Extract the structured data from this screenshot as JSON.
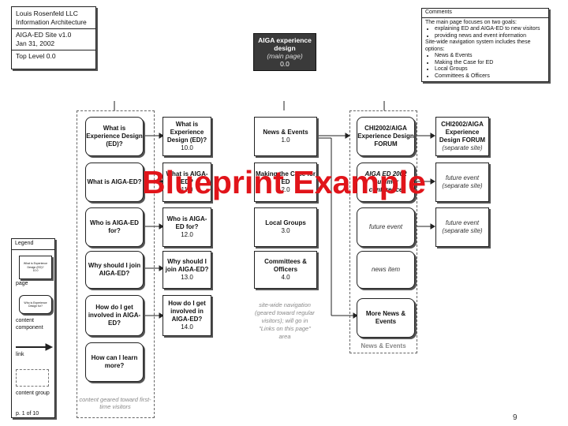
{
  "header": {
    "company": "Louis Rosenfeld LLC",
    "dept": "Information Architecture",
    "site": "AIGA-ED Site v1.0",
    "date": "Jan 31, 2002",
    "level": "Top Level 0.0"
  },
  "main_page": {
    "title": "AIGA experience design",
    "sub": "(main page)",
    "num": "0.0"
  },
  "comments": {
    "heading": "Comments",
    "intro": "The main page focuses on two goals:",
    "goals": [
      "explaining ED and AIGA-ED to new visitors",
      "providing news and event information"
    ],
    "nav_intro": "Site-wide navigation system includes these options:",
    "nav_items": [
      "News & Events",
      "Making the Case for ED",
      "Local Groups",
      "Committees & Officers"
    ]
  },
  "overlay_title": "Blueprint Example",
  "col1": [
    "What is Experience Design (ED)?",
    "What is AIGA-ED?",
    "Who is AIGA-ED for?",
    "Why should I join AIGA-ED?",
    "How do I get involved in AIGA-ED?",
    "How can I learn more?"
  ],
  "col1_caption": "content geared toward first-time visitors",
  "col2": [
    {
      "title": "What is Experience Design (ED)?",
      "num": "10.0"
    },
    {
      "title": "What is AIGA-ED?",
      "num": "11.0"
    },
    {
      "title": "Who is AIGA-ED for?",
      "num": "12.0"
    },
    {
      "title": "Why should I join AIGA-ED?",
      "num": "13.0"
    },
    {
      "title": "How do I get involved in AIGA-ED?",
      "num": "14.0"
    }
  ],
  "col3": [
    {
      "title": "News & Events",
      "num": "1.0"
    },
    {
      "title": "Making the Case for ED",
      "num": "2.0"
    },
    {
      "title": "Local Groups",
      "num": "3.0"
    },
    {
      "title": "Committees & Officers",
      "num": "4.0"
    }
  ],
  "col3_caption": "site-wide navigation (geared toward regular visitors); will go in \"Links on this page\" area",
  "col4": [
    "CHI2002/AIGA Experience Design FORUM",
    "AIGA ED 2002 Summer conference",
    "future event",
    "news item",
    "More News & Events"
  ],
  "col4_caption": "News & Events",
  "col5": [
    {
      "title": "CHI2002/AIGA Experience Design FORUM",
      "sub": "(separate site)"
    },
    {
      "title": "future event",
      "sub": "(separate site)"
    },
    {
      "title": "future event",
      "sub": "(separate site)"
    }
  ],
  "legend": {
    "heading": "Legend",
    "mini_box": "What is Experience Design (ED)?",
    "mini_num": "10.0",
    "page": "page",
    "mini_comp": "Who is Experience Design for?",
    "component": "content component",
    "link": "link",
    "group": "content group",
    "pagecount": "p. 1 of 10"
  },
  "page_number": "9"
}
